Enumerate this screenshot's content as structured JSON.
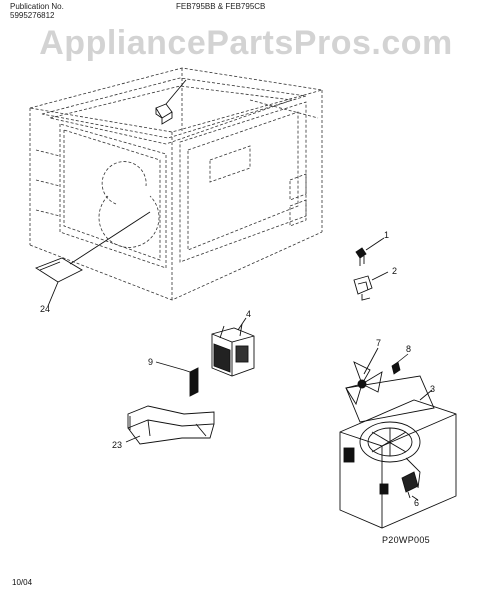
{
  "header": {
    "publication_label": "Publication No.",
    "publication_number": "5995276812",
    "models": "FEB795BB & FEB795CB"
  },
  "watermark": "AppliancePartsPros.com",
  "callouts": {
    "c1": "1",
    "c2": "2",
    "c3": "3",
    "c4": "4",
    "c6": "6",
    "c7": "7",
    "c8": "8",
    "c9": "9",
    "c23": "23",
    "c24": "24"
  },
  "figure_code": "P20WP005",
  "date_code": "10/04"
}
